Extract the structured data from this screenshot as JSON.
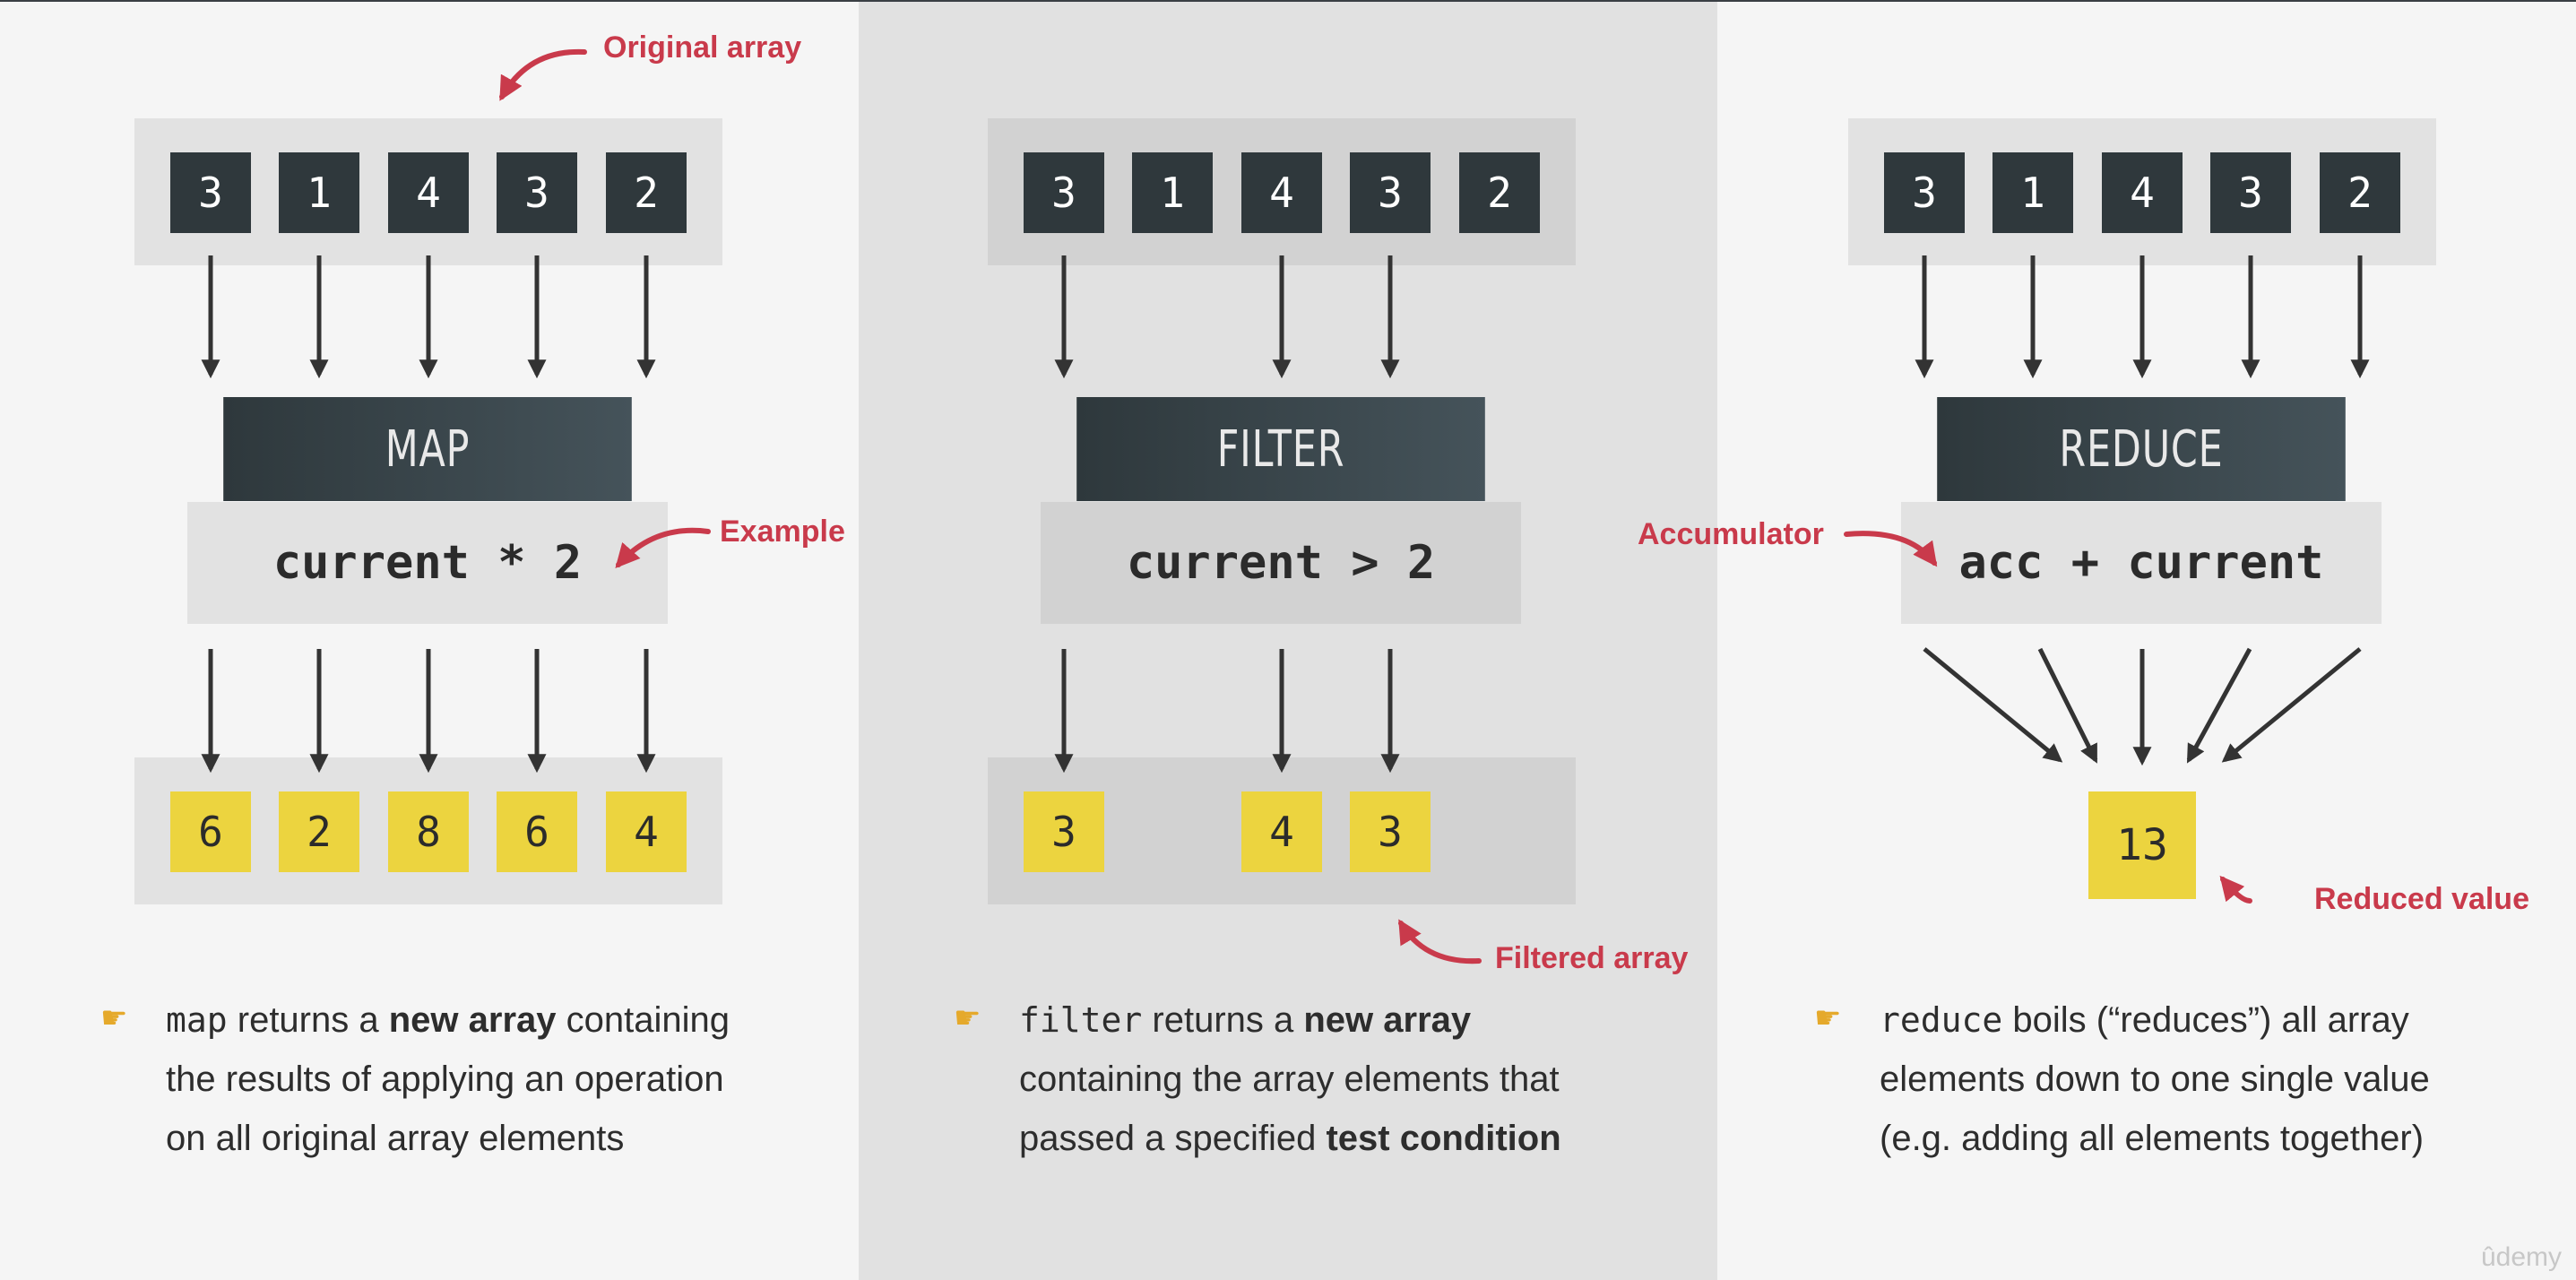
{
  "map": {
    "input": [
      "3",
      "1",
      "4",
      "3",
      "2"
    ],
    "title": "MAP",
    "code": "current * 2",
    "output": [
      "6",
      "2",
      "8",
      "6",
      "4"
    ],
    "callout_top": "Original array",
    "callout_example": "Example",
    "desc": {
      "code": "map",
      "t1": " returns a ",
      "bold": "new array",
      "t2": " containing",
      "line2": "the results of applying an operation",
      "line3": "on all original array elements"
    }
  },
  "filter": {
    "input": [
      "3",
      "1",
      "4",
      "3",
      "2"
    ],
    "title": "FILTER",
    "code": "current > 2",
    "output": [
      "3",
      "4",
      "3"
    ],
    "callout_result": "Filtered array",
    "desc": {
      "code": "filter",
      "t1": " returns a ",
      "bold": "new array",
      "line2": "containing the array elements that",
      "line3_pre": "passed a specified ",
      "line3_bold": "test condition"
    }
  },
  "reduce": {
    "input": [
      "3",
      "1",
      "4",
      "3",
      "2"
    ],
    "title": "REDUCE",
    "code": "acc + current",
    "result": "13",
    "callout_acc": "Accumulator",
    "callout_result": "Reduced value",
    "desc": {
      "code": "reduce",
      "t1": " boils (“reduces”) all array",
      "line2": "elements down to one single value",
      "line3": "(e.g. adding all elements together)"
    }
  },
  "brand": "ûdemy",
  "colors": {
    "input_cell": "#2f383c",
    "output_cell": "#ecd43f",
    "callout": "#c93a4b",
    "arrow": "#333333",
    "hand_icon": "#e5a92b"
  }
}
